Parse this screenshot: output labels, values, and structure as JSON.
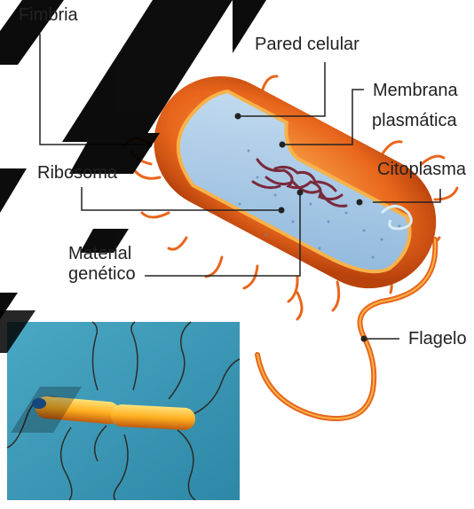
{
  "labels": {
    "fimbria": "Fimbria",
    "pared_celular": "Pared celular",
    "membrana_line1": "Membrana",
    "membrana_line2": "plasmática",
    "citoplasma": "Citoplasma",
    "ribosoma": "Ribosoma",
    "material_line1": "Material",
    "material_line2": "genético",
    "flagelo": "Flagelo"
  },
  "colors": {
    "wall_outer": "#e8661c",
    "wall_inner": "#f7b24a",
    "cytoplasm": "#a9c9e6",
    "dna": "#7a2a3c",
    "micrograph_bg": "#3ca2bd",
    "watermark": "#000000"
  }
}
